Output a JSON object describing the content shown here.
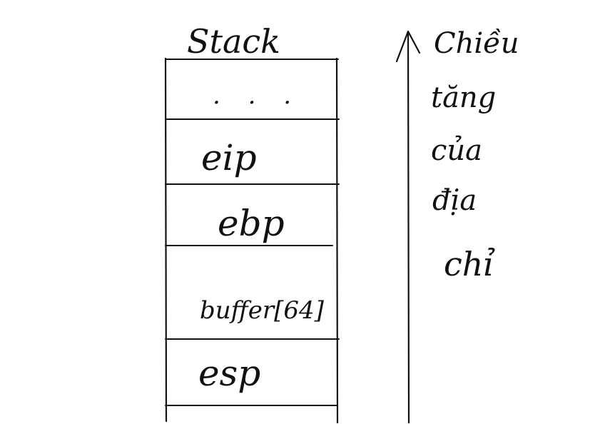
{
  "stack": {
    "title": "Stack",
    "cells": [
      {
        "label": ". . ."
      },
      {
        "label": "eip"
      },
      {
        "label": "ebp"
      },
      {
        "label": "buffer[64]"
      },
      {
        "label": "esp"
      }
    ]
  },
  "arrow_note": {
    "lines": [
      "Chiều",
      "tăng",
      "của",
      "địa",
      "chỉ"
    ]
  },
  "colors": {
    "ink": "#111111",
    "background": "#ffffff"
  }
}
